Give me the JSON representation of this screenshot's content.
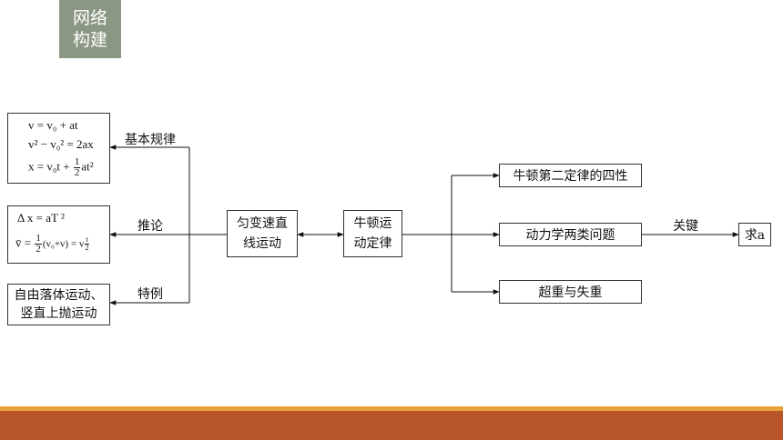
{
  "tag": {
    "line1": "网络",
    "line2": "构建"
  },
  "formulas_box1": {
    "l1": "v = v₀ + at",
    "l2": "v² − v₀² = 2ax",
    "l3_a": "x = v₀t + ",
    "l3_num": "1",
    "l3_den": "2",
    "l3_b": "at²"
  },
  "formulas_box2": {
    "l1": "Δ x = aT ²",
    "l2_a": "v̄ = ",
    "l2_num": "1",
    "l2_den": "2",
    "l2_b": "(v₀+v) = v",
    "l2_sub_num": "t",
    "l2_sub_den": "2"
  },
  "box3": {
    "line1": "自由落体运动、",
    "line2": "竖直上抛运动"
  },
  "labels": {
    "basic_law": "基本规律",
    "inference": "推论",
    "special": "特例",
    "key": "关键"
  },
  "center1": {
    "line1": "匀变速直",
    "line2": "线运动"
  },
  "center2": {
    "line1": "牛顿运",
    "line2": "动定律"
  },
  "right": {
    "item1": "牛顿第二定律的四性",
    "item2": "动力学两类问题",
    "item3": "超重与失重",
    "final": "求a"
  },
  "colors": {
    "tag_bg": "#8a9783",
    "bar_top": "#e8a23a",
    "bar_main": "#b9552a"
  }
}
